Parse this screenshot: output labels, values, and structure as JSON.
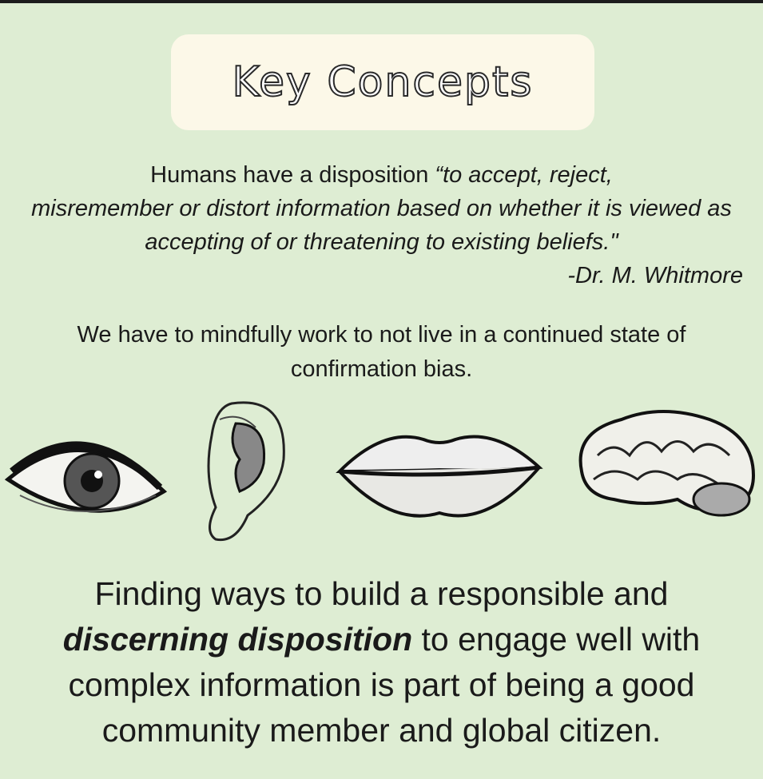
{
  "title": "Key Concepts",
  "quote": {
    "intro": "Humans have a disposition ",
    "text_line1": "“to accept, reject,",
    "text_rest": "misremember or distort information based on whether it is viewed as accepting of or threatening to existing beliefs.\"",
    "attribution": "-Dr. M. Whitmore"
  },
  "paragraph": "We have to mindfully work to not live in a continued state of confirmation bias.",
  "closing": {
    "before": "Finding ways to build a responsible and ",
    "emphasis": "discerning disposition",
    "after": " to engage well with complex information is part of being a good community member and global citizen."
  }
}
